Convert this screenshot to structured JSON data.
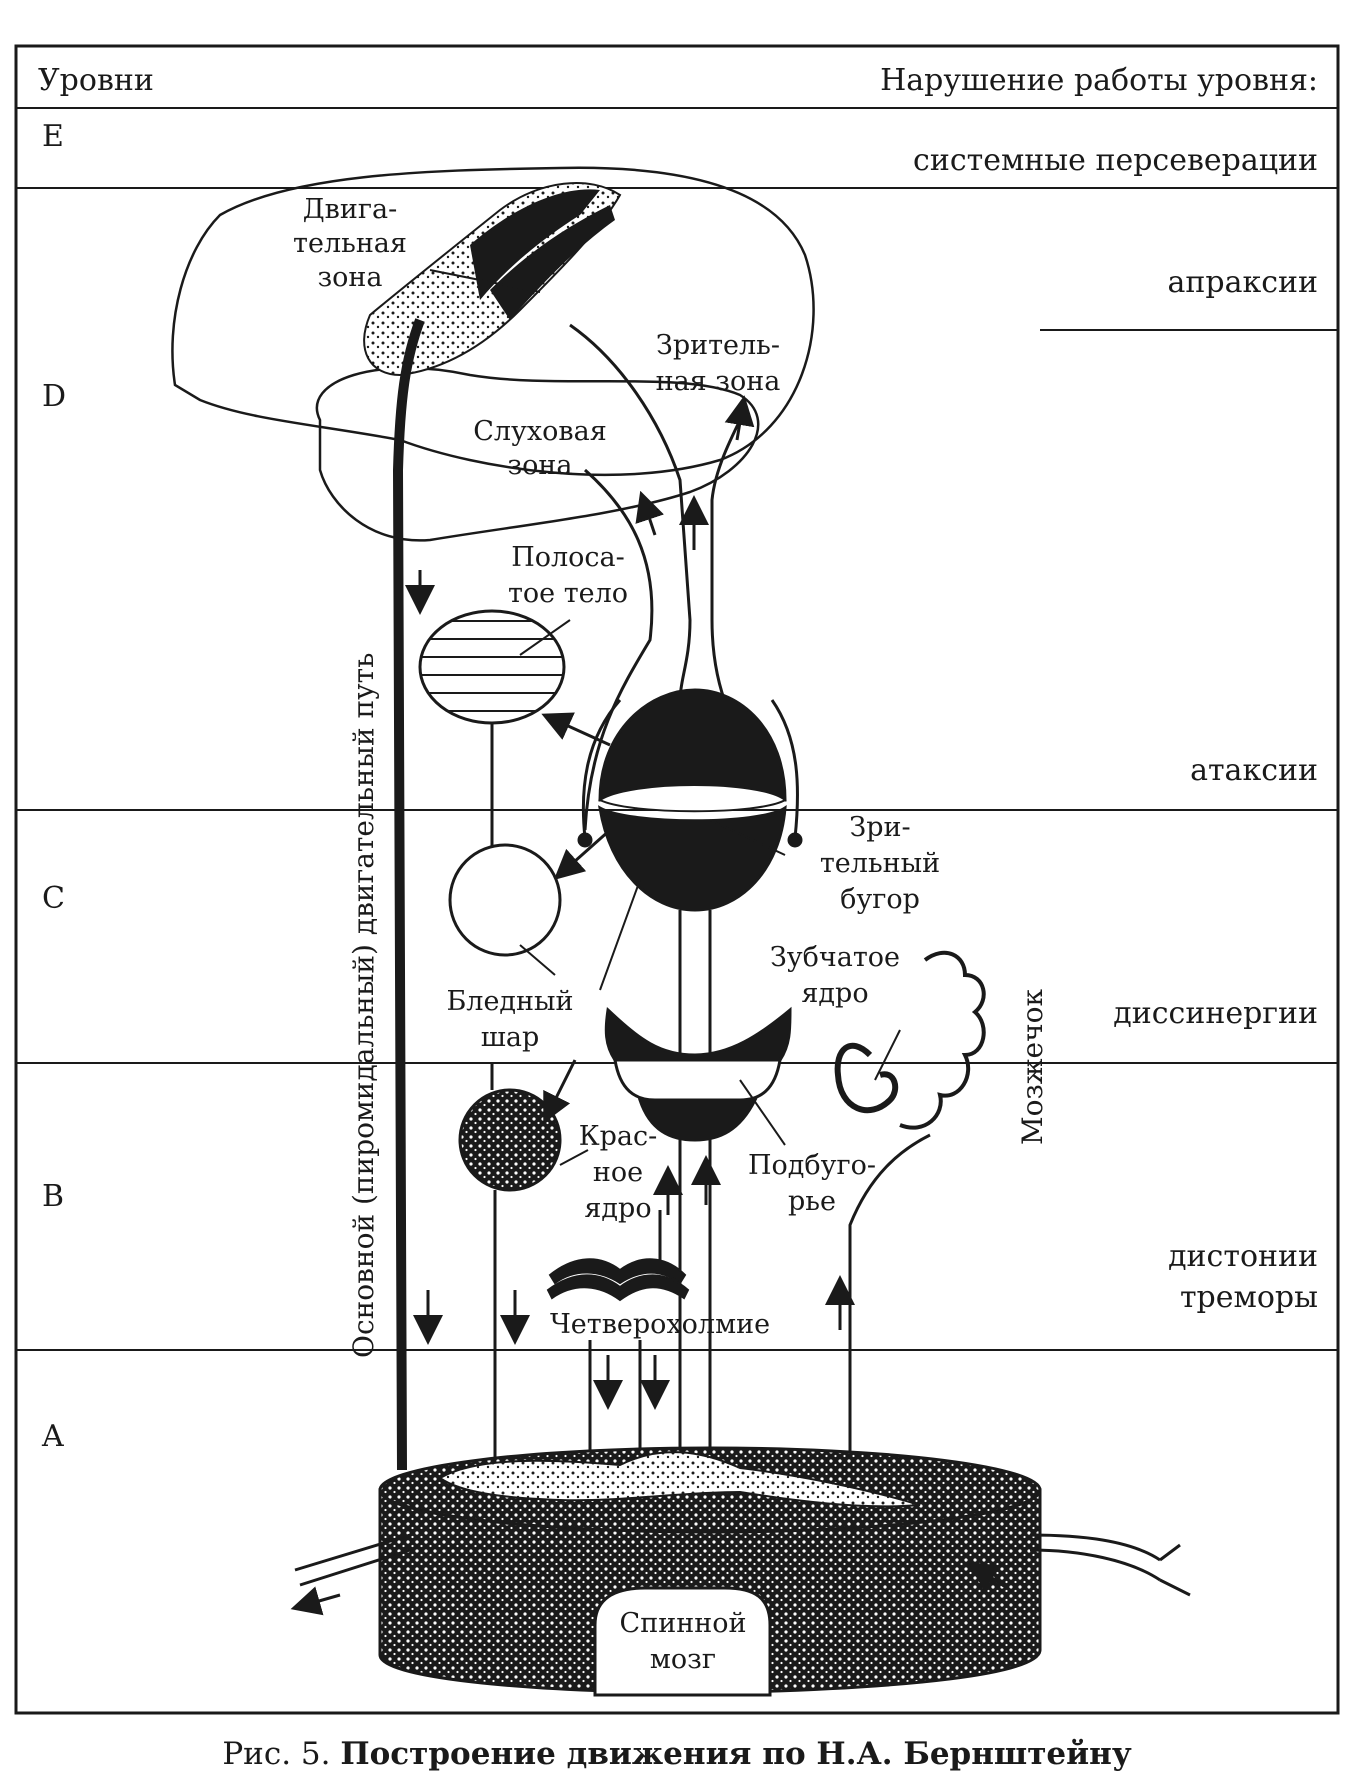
{
  "header": {
    "levels_title": "Уровни",
    "disorders_title": "Нарушение работы уровня:"
  },
  "levels": [
    {
      "letter": "E",
      "disorders": [
        "системные персеверации"
      ]
    },
    {
      "letter": "D",
      "disorders": [
        "апраксии",
        "атаксии"
      ]
    },
    {
      "letter": "C",
      "disorders": [
        "диссинергии"
      ]
    },
    {
      "letter": "B",
      "disorders": [
        "дистонии",
        "треморы"
      ]
    },
    {
      "letter": "A",
      "disorders": []
    }
  ],
  "labels": {
    "motor_zone": [
      "Двига-",
      "тельная",
      "зона"
    ],
    "visual_zone": [
      "Зритель-",
      "ная зона"
    ],
    "auditory_zone": [
      "Слуховая",
      "зона"
    ],
    "striatum": [
      "Полоса-",
      "тое тело"
    ],
    "thalamus": [
      "Зри-",
      "тельный",
      "бугор"
    ],
    "pallidum": [
      "Бледный",
      "шар"
    ],
    "dentate": [
      "Зубчатое",
      "ядро"
    ],
    "cerebellum": "Мозжечок",
    "red_nucleus": [
      "Крас-",
      "ное",
      "ядро"
    ],
    "hypothalamus": [
      "Подбуго-",
      "рье"
    ],
    "quadrigemina": "Четверохолмие",
    "spinal_cord": [
      "Спинной",
      "мозг"
    ],
    "pyramidal_path": "Основной (пиромидальный) двигательный путь"
  },
  "caption": {
    "prefix": "Рис. 5. ",
    "title": "Построение движения по Н.А. Бернштейну"
  },
  "colors": {
    "ink": "#1a1a1a",
    "paper": "#ffffff"
  }
}
